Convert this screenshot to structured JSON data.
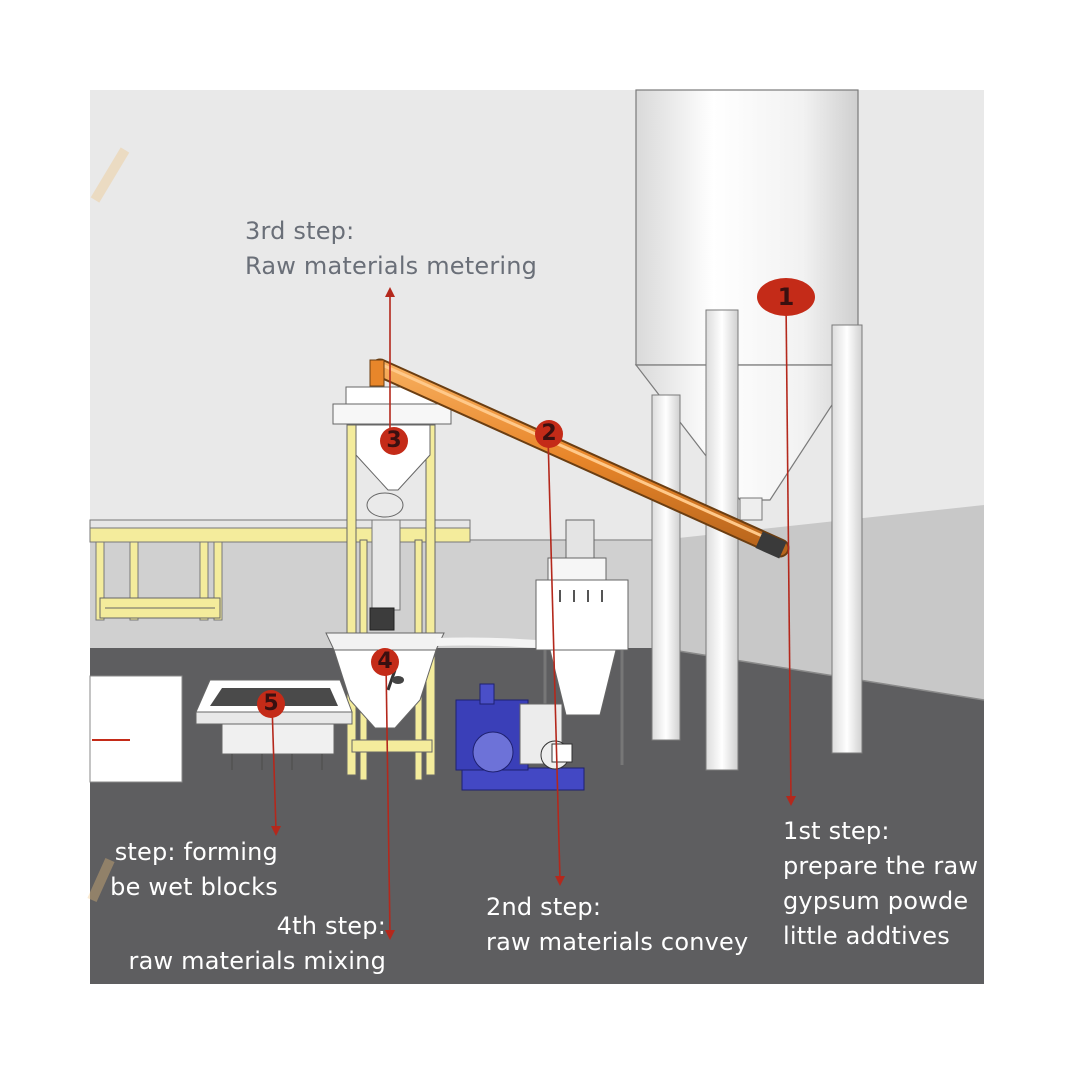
{
  "labels": {
    "step3": {
      "title": "3rd step:",
      "desc": "Raw materials metering"
    },
    "step1": {
      "title": "1st step:",
      "line1": "prepare the raw",
      "line2": "gypsum powde",
      "line3": "little addtives"
    },
    "step2": {
      "title": "2nd step:",
      "desc": "raw materials convey"
    },
    "step4": {
      "title": "4th step:",
      "desc": "raw materials mixing"
    },
    "step5": {
      "line1": "step: forming",
      "line2": "be wet blocks"
    }
  },
  "markers": {
    "m1": "1",
    "m2": "2",
    "m3": "3",
    "m4": "4",
    "m5": "5"
  },
  "colors": {
    "sky": "#e8e8e8",
    "wall": "#cfcfcf",
    "floor": "#5f5f61",
    "marker_red": "#c42b18",
    "pointer_red": "#b4281c",
    "conveyor_orange": "#e8862a",
    "frame_yellow": "#f4ec9c",
    "pump_blue": "#3a3fb8"
  }
}
